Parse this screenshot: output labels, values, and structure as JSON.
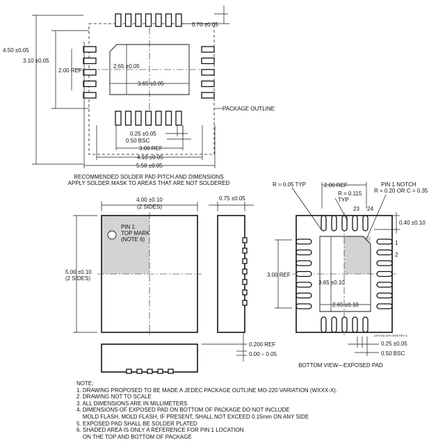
{
  "solder_pad_view": {
    "dim_pad_inset": "0.70 ±0.05",
    "dim_overall_outer": "4.50 ±0.05",
    "dim_overall_inner": "3.10 ±0.05",
    "dim_ref_vertical": "2.00 REF",
    "dim_pad_height": "2.65 ±0.05",
    "dim_pad_width": "3.65 ±0.05",
    "package_outline": "PACKAGE OUTLINE",
    "dim_pad_trace": "0.25 ±0.05",
    "dim_pitch": "0.50 BSC",
    "dim_ref_horizontal": "3.00 REF",
    "dim_inner_width": "4.10 ±0.05",
    "dim_outer_width": "5.50 ±0.05",
    "caption_line1": "RECOMMENDED SOLDER PAD PITCH AND DIMENSIONS",
    "caption_line2": "APPLY SOLDER MASK TO AREAS THAT ARE NOT SOLDERED"
  },
  "top_view": {
    "dim_width": "4.00 ±0.10",
    "dim_width_sides": "(2 SIDES)",
    "dim_height": "5.00 ±0.10",
    "dim_height_sides": "(2 SIDES)",
    "pin1_line1": "PIN 1",
    "pin1_line2": "TOP MARK",
    "pin1_line3": "(NOTE 6)"
  },
  "side_view": {
    "dim_thickness": "0.75 ±0.05",
    "dim_lead_ref": "0.200 REF",
    "dim_standoff": "0.00 – 0.05"
  },
  "bottom_view": {
    "radius_typ": "R = 0.05 TYP",
    "dim_ref_top": "2.00 REF",
    "radius_pin": "R = 0.115",
    "radius_pin_typ": "TYP",
    "pin1_notch": "PIN 1 NOTCH",
    "pin1_notch_dim": "R = 0.20 OR C = 0.35",
    "pin_23": "23",
    "pin_24": "24",
    "dim_lead_length": "0.40 ±0.10",
    "pin_1": "1",
    "pin_2": "2",
    "dim_ref_side": "3.00 REF",
    "dim_epad_height": "3.65 ±0.10",
    "dim_epad_width": "2.65 ±0.10",
    "drawing_code": "(UFD24) QFN 0506 REV A",
    "dim_lead_width": "0.25 ±0.05",
    "dim_pitch": "0.50 BSC",
    "caption": "BOTTOM VIEW—EXPOSED PAD"
  },
  "notes": {
    "title": "NOTE:",
    "items": [
      "1. DRAWING PROPOSED TO BE MADE A JEDEC PACKAGE OUTLINE MO-220 VARIATION (WXXX-X).",
      "2. DRAWING NOT TO SCALE",
      "3. ALL DIMENSIONS ARE IN MILLIMETERS",
      "4. DIMENSIONS OF EXPOSED PAD ON BOTTOM OF PACKAGE DO NOT INCLUDE",
      "    MOLD FLASH. MOLD FLASH, IF PRESENT, SHALL NOT EXCEED 0.15mm ON ANY SIDE",
      "5. EXPOSED PAD SHALL BE SOLDER PLATED",
      "6. SHADED AREA IS ONLY A REFERENCE FOR PIN 1 LOCATION",
      "    ON THE TOP AND BOTTOM OF PACKAGE"
    ]
  }
}
